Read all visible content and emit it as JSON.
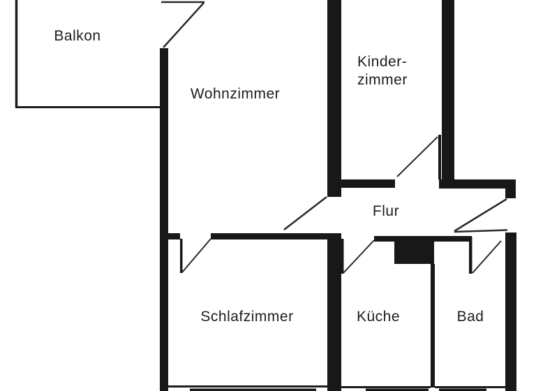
{
  "plan": {
    "type": "floorplan",
    "colors": {
      "wall": "#181818",
      "thin_line": "#2a2a2a",
      "background": "#ffffff",
      "text": "#1d1d1d"
    },
    "rooms": {
      "balkon": {
        "label": "Balkon"
      },
      "wohnzimmer": {
        "label": "Wohnzimmer"
      },
      "kinderzimmer": {
        "label_line1": "Kinder-",
        "label_line2": "zimmer"
      },
      "flur": {
        "label": "Flur"
      },
      "schlafzimmer": {
        "label": "Schlafzimmer"
      },
      "kueche": {
        "label": "Küche"
      },
      "bad": {
        "label": "Bad"
      }
    }
  }
}
